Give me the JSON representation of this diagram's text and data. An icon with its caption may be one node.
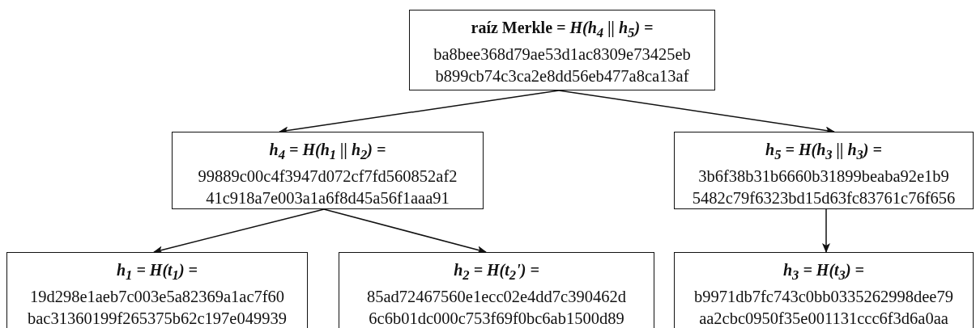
{
  "diagram": {
    "nodes": [
      {
        "text": [
          "**raíz Merkle** *= H(h$_{4}$ || h$_{5}$) =*",
          "ba8bee368d79ae53d1ac8309e73425eb b899cb74c3ca2e8dd56eb477a8ca13af"
        ]
      },
      {
        "text": [
          "h$_{4}$ = H(h$_{1}$ || h$_{2}$) =",
          "99889c00c4f3947d072cf7fd560852af2 41c918a7e003a1a6f8d45a56f1aaa91"
        ]
      },
      {
        "text": [
          "h$_{5}$ = H(h$_{3}$ || h$_{3}$) =",
          "3b6f38b31b6660b31899beaba92e1b9 5482c79f6323bd15d63fc83761c76f656"
        ]
      },
      {
        "text": [
          "h$_{1}$ = H(t$_{1}$) =",
          "19d298e1aeb7c003e5a82369a1ac7f60 bac31360199f265375b62c197e049939"
        ]
      },
      {
        "text": [
          "h$_{2}$ = H(**t$_{2}$'**) =",
          "85ad72467560e1ecc02e4dd7c390462d 6c6b01dc000c753f69f0bc6ab1500d89"
        ]
      },
      {
        "text": [
          "h$_{3}$ = H(t$_{3}$) =",
          "b9971db7fc743c0bb0335262998dee79 aa2cbc0950f35e001131ccc6f3d6a0aa"
        ]
      }
    ],
    "edges": [
      {
        "from": 0,
        "to": 1,
        "arrow": "to"
      },
      {
        "from": 0,
        "to": 2,
        "arrow": "to"
      },
      {
        "from": 1,
        "to": 3,
        "arrow": "to"
      },
      {
        "from": 1,
        "to": 4,
        "arrow": "to"
      },
      {
        "from": 2,
        "to": 5,
        "arrow": "to"
      }
    ]
  }
}
